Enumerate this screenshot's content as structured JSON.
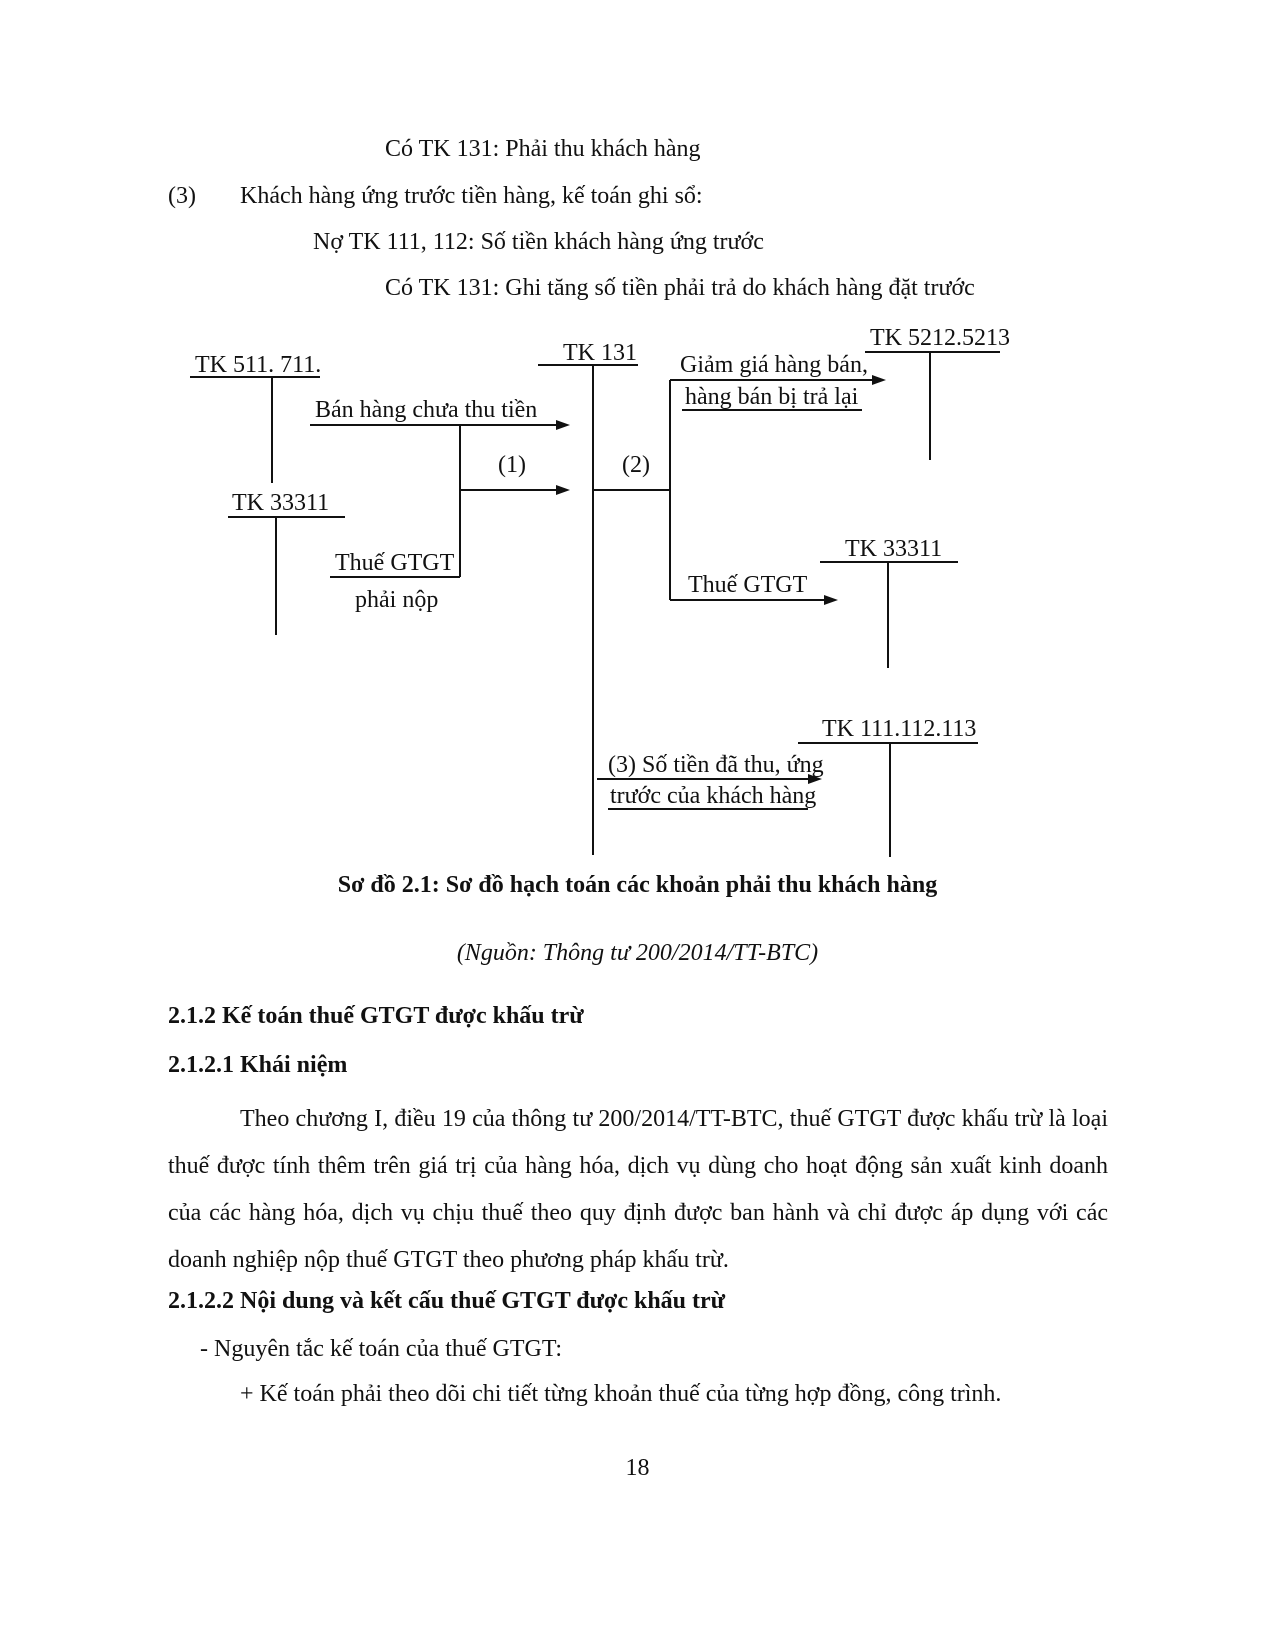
{
  "page": {
    "number": "18"
  },
  "intro": {
    "line1": "Có TK 131: Phải thu khách hàng",
    "line2_marker": "(3)",
    "line2": "Khách hàng ứng trước tiền hàng, kế toán ghi sổ:",
    "line3": "Nợ TK 111, 112: Số tiền khách hàng ứng trước",
    "line4": "Có TK 131: Ghi tăng số tiền phải trả do khách hàng đặt trước"
  },
  "diagram": {
    "accounts": {
      "tk511": "TK 511. 711.",
      "tk33311_left": "TK 33311",
      "tk131": "TK 131",
      "tk5212": "TK 5212.5213",
      "tk33311_right": "TK 33311",
      "tk111": "TK 111.112.113"
    },
    "labels": {
      "ban_hang": "Bán hàng chưa thu tiền",
      "num1": "(1)",
      "num2": "(2)",
      "thue_gtgt_line1": "Thuế GTGT",
      "thue_gtgt_line2": "phải nộp",
      "giam_gia_line1": "Giảm giá hàng bán,",
      "giam_gia_line2": "hàng bán bị trả lại",
      "thue_gtgt_right": "Thuế GTGT",
      "so_tien_line1": "(3) Số tiền đã thu, ứng",
      "so_tien_line2": "trước của khách hàng"
    },
    "caption": "Sơ đồ 2.1: Sơ đồ hạch toán các khoản phải thu khách hàng",
    "source": "(Nguồn: Thông tư 200/2014/TT-BTC)"
  },
  "sections": {
    "h212": "2.1.2 Kế toán thuế GTGT được khấu trừ",
    "h2121": "2.1.2.1 Khái niệm",
    "para": "Theo chương I, điều 19 của thông tư 200/2014/TT-BTC, thuế GTGT được khấu trừ là loại thuế được tính thêm trên giá trị của hàng hóa, dịch vụ dùng cho hoạt động sản xuất kinh doanh của các hàng hóa, dịch vụ chịu thuế theo quy định được ban hành và chỉ được áp dụng với các doanh nghiệp nộp thuế GTGT theo phương pháp khấu trừ.",
    "h2122": "2.1.2.2 Nội dung và kết cấu thuế GTGT được khấu trừ",
    "bullet1": "- Nguyên tắc kế toán của thuế GTGT:",
    "bullet2": "+ Kế toán phải theo dõi chi tiết từng khoản thuế của từng hợp đồng, công trình."
  }
}
